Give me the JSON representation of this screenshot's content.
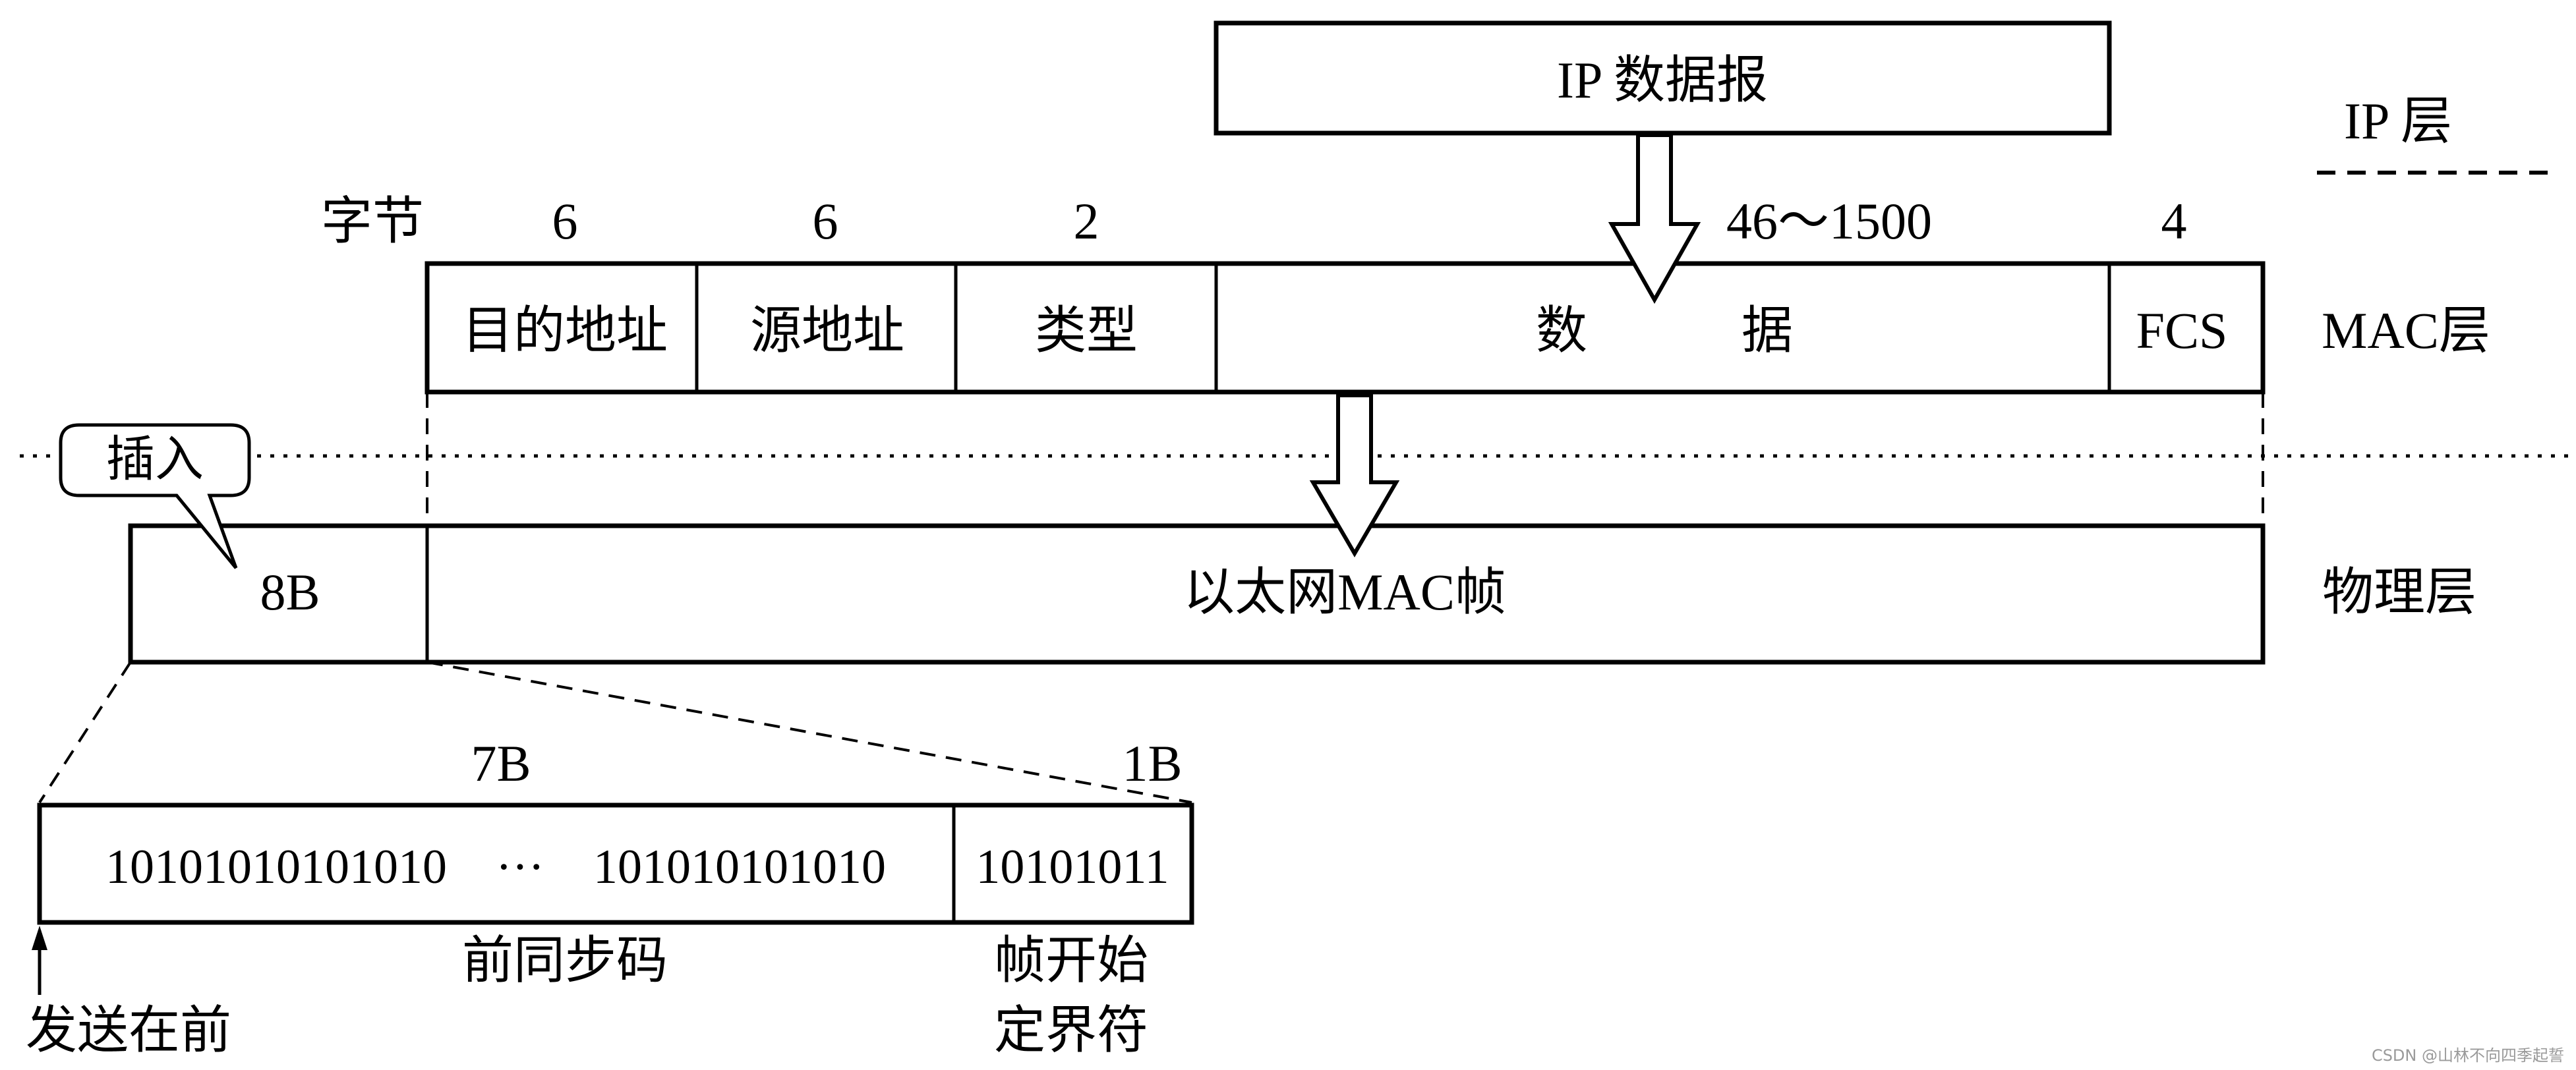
{
  "ip_layer": {
    "datagram_label": "IP 数据报",
    "layer_label": "IP 层"
  },
  "mac_layer": {
    "byte_label": "字节",
    "layer_label": "MAC层",
    "fields": [
      {
        "name": "目的地址",
        "size": "6"
      },
      {
        "name": "源地址",
        "size": "6"
      },
      {
        "name": "类型",
        "size": "2"
      },
      {
        "name": "数　　　据",
        "size": "46～1500"
      },
      {
        "name": "FCS",
        "size": "4"
      }
    ]
  },
  "physical_layer": {
    "layer_label": "物理层",
    "insert_label": "插入",
    "preamble_size": "8B",
    "frame_label": "以太网MAC帧"
  },
  "preamble_detail": {
    "sync_size": "7B",
    "sfd_size": "1B",
    "sync_bits": "10101010101010　···　101010101010",
    "sfd_bits": "10101011",
    "sync_label": "前同步码",
    "sfd_label_line1": "帧开始",
    "sfd_label_line2": "定界符",
    "send_first_label": "发送在前"
  },
  "watermark": "CSDN @山林不向四季起誓"
}
